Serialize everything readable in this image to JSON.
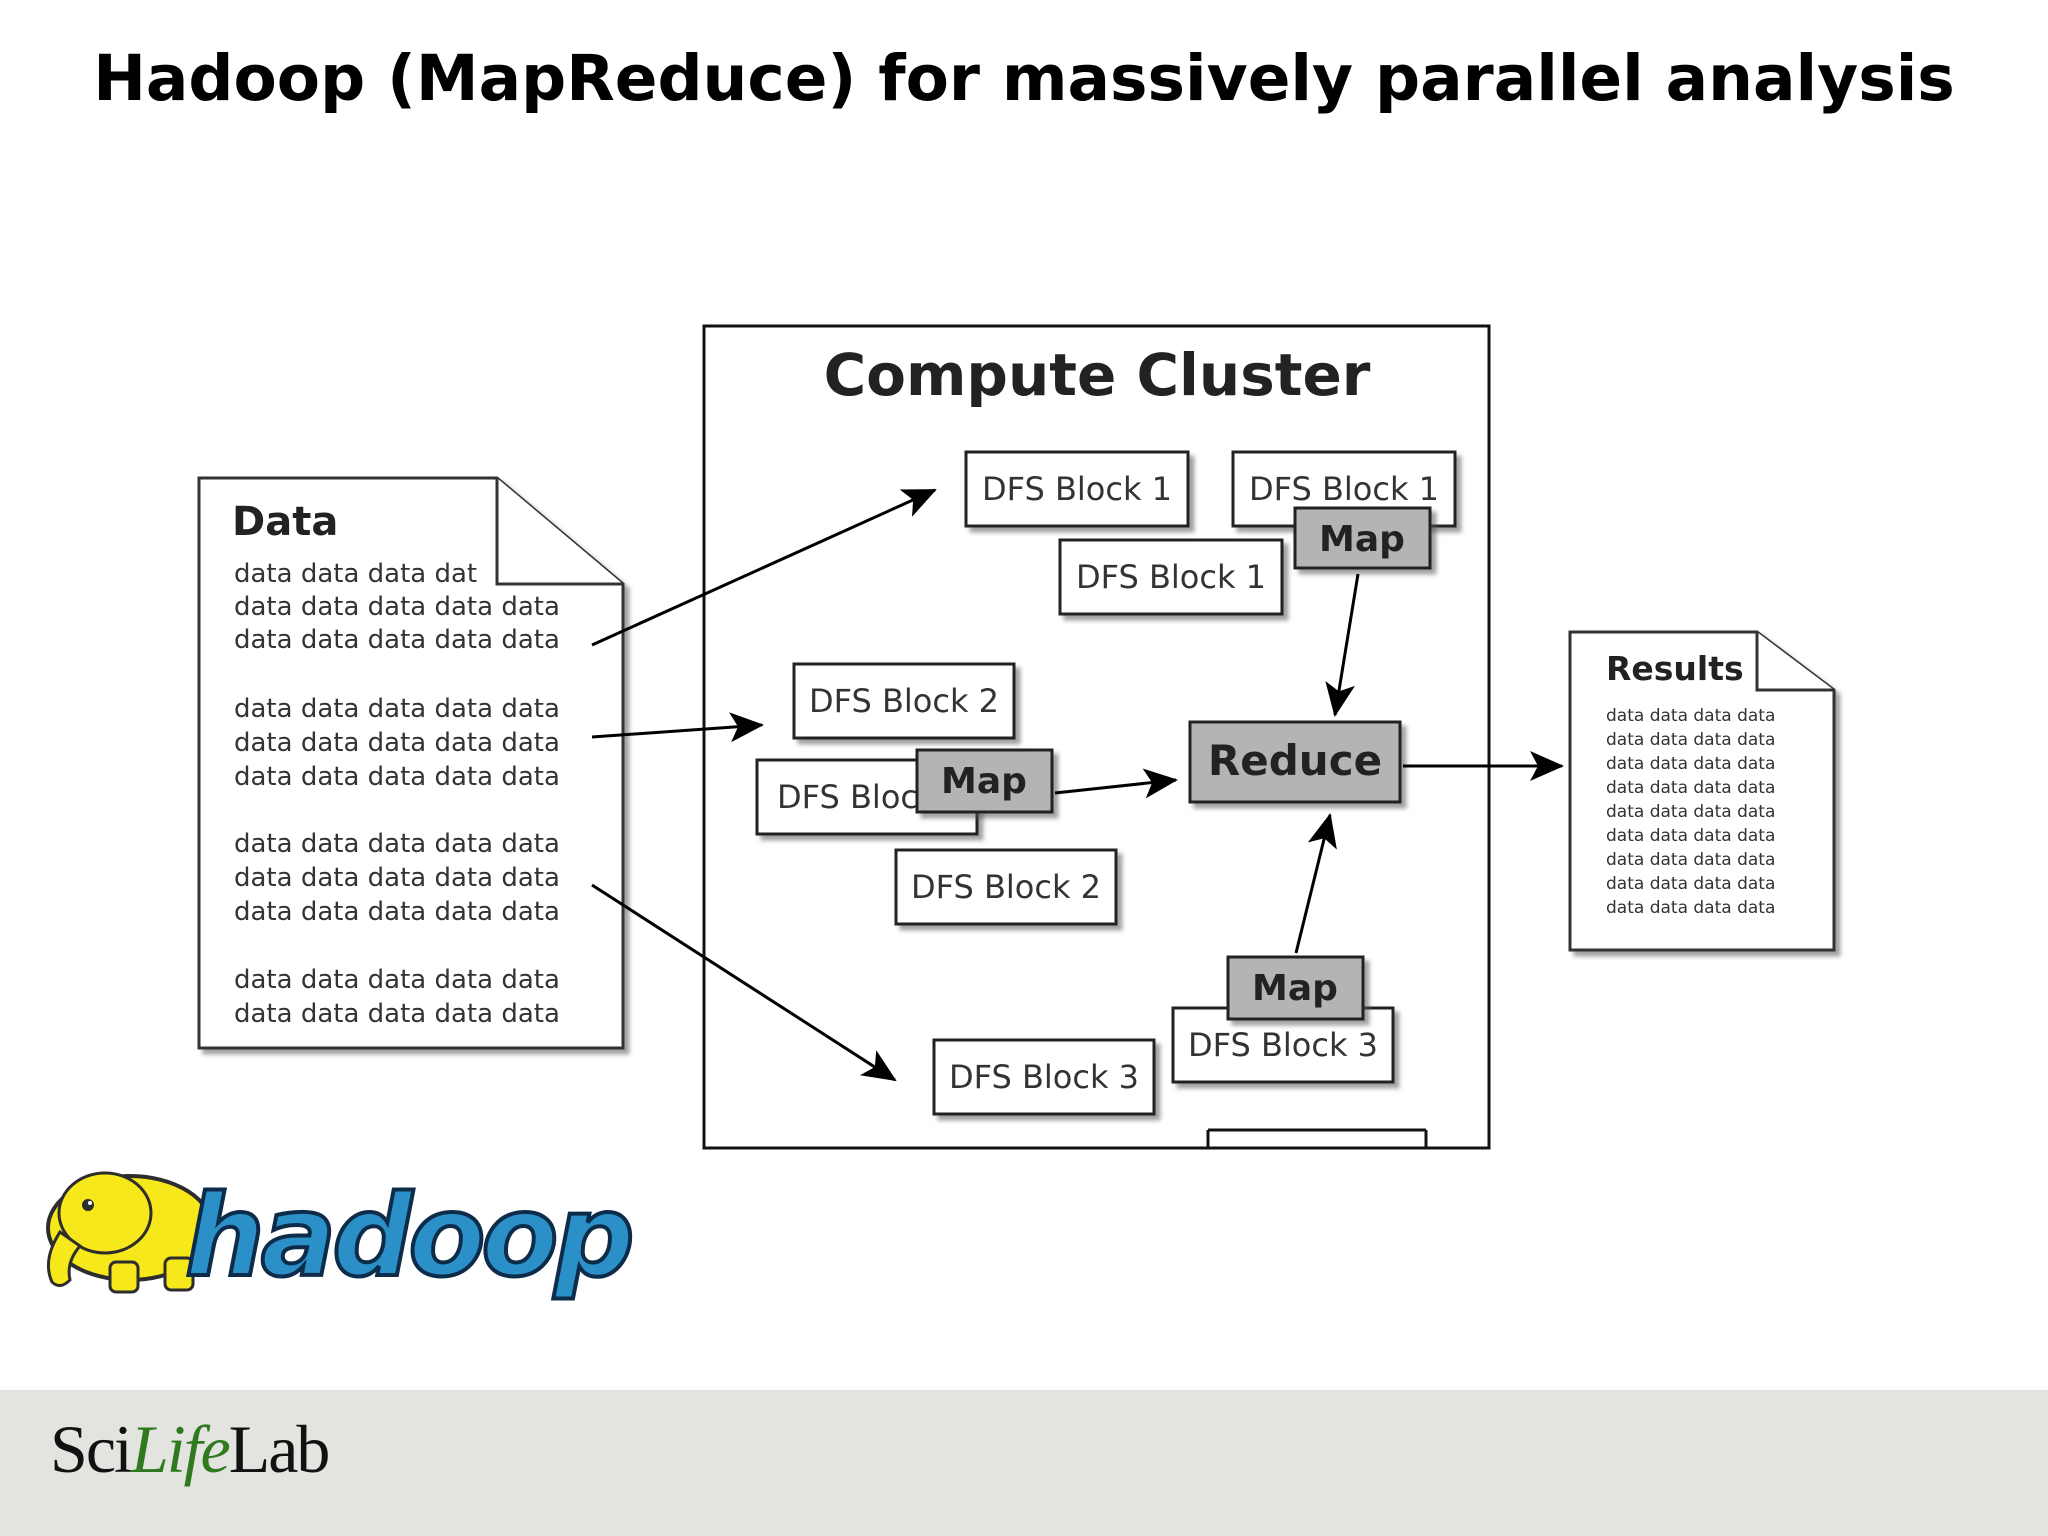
{
  "title": "Hadoop (MapReduce) for massively parallel analysis",
  "diagram": {
    "cluster_title": "Compute Cluster",
    "data_doc": {
      "title": "Data",
      "lines": [
        "data data data dat",
        "data data data data data",
        "data data data data data",
        "data data data data data",
        "data data data data data",
        "data data data data data",
        "data data data data data",
        "data data data data data",
        "data data data data data",
        "data data data data data",
        "data data data data data"
      ]
    },
    "blocks": {
      "b1a": "DFS Block 1",
      "b1b": "DFS Block 1",
      "b1c": "DFS Block 1",
      "b2a": "DFS Block 2",
      "b2b": "DFS Bloc",
      "b2c": "DFS Block 2",
      "b3a": "DFS Block 3",
      "b3b": "DFS Block 3"
    },
    "map_label": "Map",
    "reduce_label": "Reduce",
    "results_doc": {
      "title": "Results",
      "lines": [
        "data data data data",
        "data data data data",
        "data data data data",
        "data data data data",
        "data data data data",
        "data data data data",
        "data data data data",
        "data data data data",
        "data data data data"
      ]
    }
  },
  "logos": {
    "hadoop": "hadoop",
    "scilifelab_part1": "Sci",
    "scilifelab_part2": "Life",
    "scilifelab_part3": "Lab"
  },
  "colors": {
    "map_fill": "#b4b4b4",
    "reduce_fill": "#b4b4b4",
    "hadoop_blue": "#2b8fc8",
    "hadoop_yellow": "#f6e81a",
    "footer": "#e3e3e0"
  }
}
